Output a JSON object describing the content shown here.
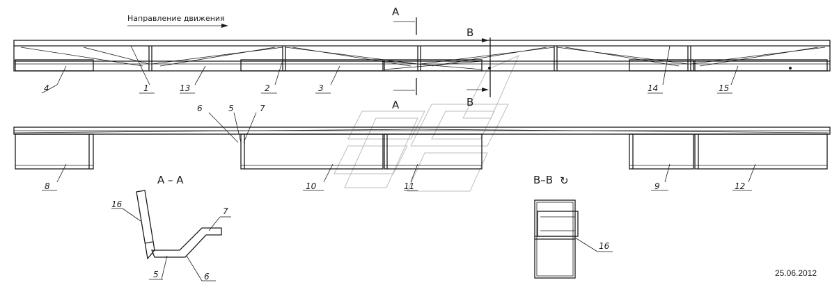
{
  "direction_label": "Направление движения",
  "section_a": {
    "mark_top": "A",
    "mark_bottom": "A",
    "view_title": "A – A"
  },
  "section_b": {
    "mark_top": "B",
    "mark_bottom": "B",
    "view_title": "B–B"
  },
  "view_rotated_symbol": "↻",
  "date": "25.06.2012",
  "part_labels": {
    "p1": "1",
    "p2": "2",
    "p3": "3",
    "p4": "4",
    "p5": "5",
    "p6": "6",
    "p7": "7",
    "p8": "8",
    "p9": "9",
    "p10": "10",
    "p11": "11",
    "p12": "12",
    "p13": "13",
    "p14": "14",
    "p15": "15",
    "p16": "16"
  },
  "detail_labels": {
    "aa_16": "16",
    "aa_7": "7",
    "aa_5": "5",
    "aa_6": "6",
    "bb_16": "16"
  },
  "colors": {
    "line": "#1a1a1a",
    "watermark": "#bdbdbd",
    "background": "#ffffff"
  }
}
